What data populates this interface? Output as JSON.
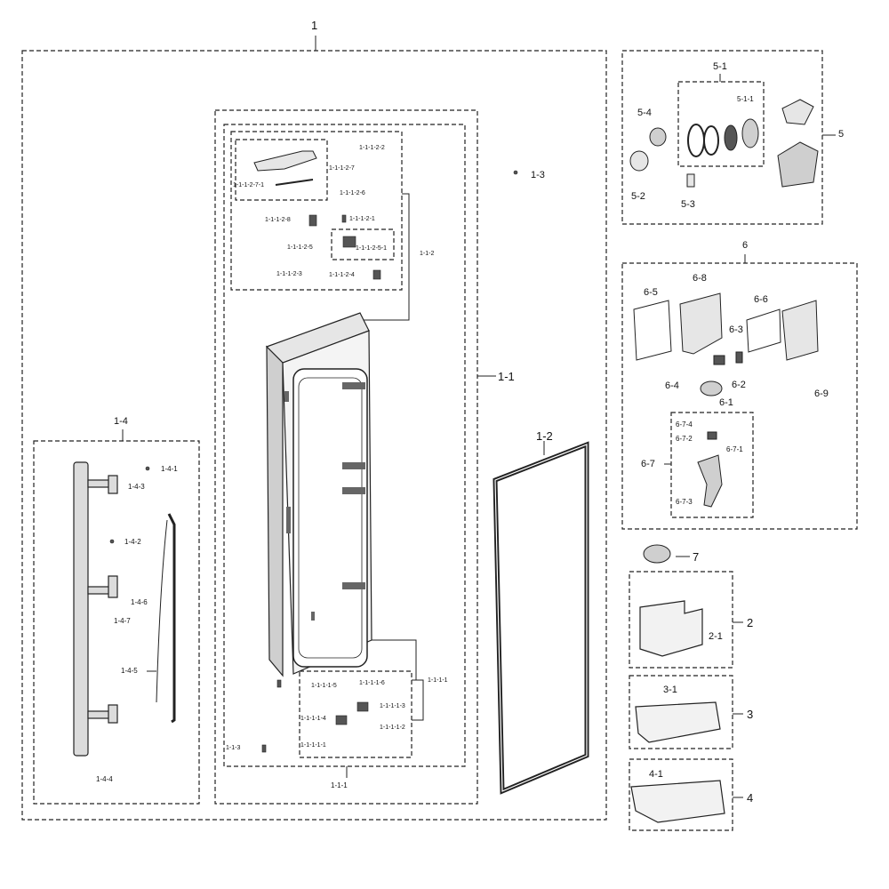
{
  "labels": {
    "l_1": "1",
    "l_1_1": "1-1",
    "l_1_2": "1-2",
    "l_1_3": "1-3",
    "l_1_1_1": "1-1-1",
    "l_1_1_2": "1-1-2",
    "l_1_1_3": "1-1-3",
    "l_1_1_2_1": "1-1-1-2-1",
    "l_1_1_2_2": "1-1-1-2-2",
    "l_1_1_2_3": "1-1-1-2-3",
    "l_1_1_2_4": "1-1-1-2-4",
    "l_1_1_2_5": "1-1-1-2-5",
    "l_1_1_2_5_1": "1-1-1-2-5-1",
    "l_1_1_2_6": "1-1-1-2-6",
    "l_1_1_2_7": "1-1-1-2-7",
    "l_1_1_2_7_1": "1-1-1-2-7-1",
    "l_1_1_2_8": "1-1-1-2-8",
    "l_1_1_1_1": "1-1-1-1",
    "l_1_1_1_1_b": "1-1-1-1-1",
    "l_1_1_1_2": "1-1-1-1-2",
    "l_1_1_1_3": "1-1-1-1-3",
    "l_1_1_1_4": "1-1-1-1-4",
    "l_1_1_1_5": "1-1-1-1-5",
    "l_1_1_1_6": "1-1-1-1-6",
    "l_1_4": "1-4",
    "l_1_4_1": "1-4-1",
    "l_1_4_2": "1-4-2",
    "l_1_4_3": "1-4-3",
    "l_1_4_4": "1-4-4",
    "l_1_4_5": "1-4-5",
    "l_1_4_6": "1-4-6",
    "l_1_4_7": "1-4-7",
    "l_2": "2",
    "l_2_1": "2-1",
    "l_3": "3",
    "l_3_1": "3-1",
    "l_4": "4",
    "l_4_1": "4-1",
    "l_5": "5",
    "l_5_1": "5-1",
    "l_5_1_1": "5-1-1",
    "l_5_2": "5-2",
    "l_5_3": "5-3",
    "l_5_4": "5-4",
    "l_6": "6",
    "l_6_1": "6-1",
    "l_6_2": "6-2",
    "l_6_3": "6-3",
    "l_6_4": "6-4",
    "l_6_5": "6-5",
    "l_6_6": "6-6",
    "l_6_7": "6-7",
    "l_6_7_1": "6-7-1",
    "l_6_7_2": "6-7-2",
    "l_6_7_3": "6-7-3",
    "l_6_7_4": "6-7-4",
    "l_6_8": "6-8",
    "l_6_9": "6-9",
    "l_7": "7"
  },
  "colors": {
    "line": "#222222",
    "part_fill": "#e6e6e6",
    "part_dark": "#555555",
    "background": "#ffffff"
  }
}
